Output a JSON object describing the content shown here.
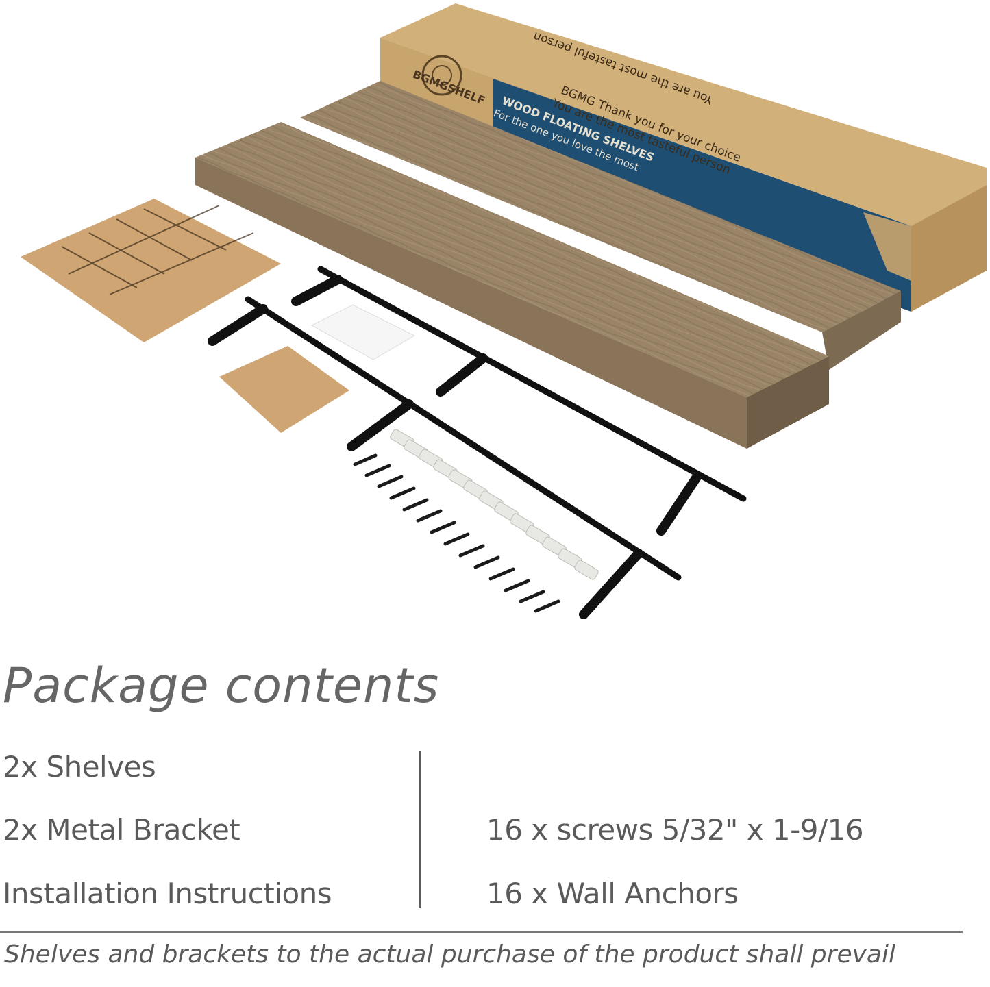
{
  "box": {
    "brand": "BGMGSHELF",
    "line1": "BGMG Thank you for your choice",
    "line2": "You are the most tasteful person",
    "panel_title": "WOOD FLOATING SHELVES",
    "panel_sub": "For the one you love the most"
  },
  "title": "Package contents",
  "left_items": [
    "2x Shelves",
    "2x Metal Bracket",
    "Installation Instructions"
  ],
  "right_items": [
    "16 x screws 5/32\" x 1-9/16",
    "16 x Wall Anchors"
  ],
  "footnote": "Shelves and brackets to the actual purchase of the product shall prevail",
  "colors": {
    "cardboard": "#c9a56e",
    "wood": "#9a8467",
    "box_blue": "#1f4e73",
    "bracket": "#111111",
    "text": "#5a5a5a"
  }
}
